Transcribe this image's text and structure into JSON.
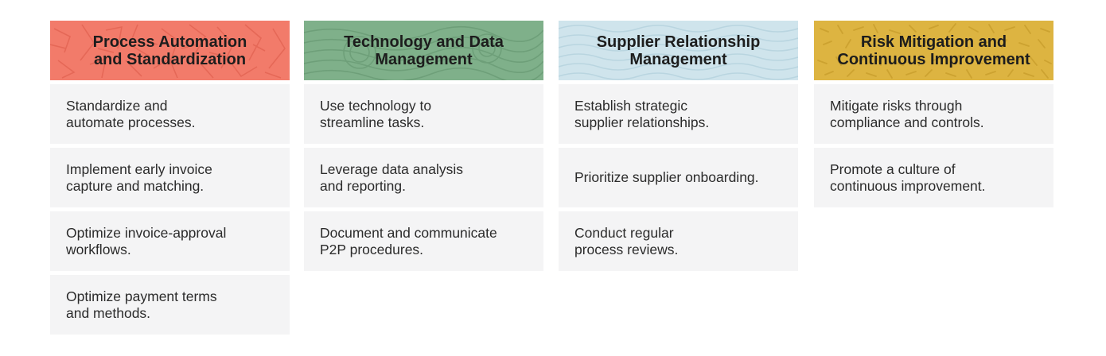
{
  "columns": [
    {
      "title": "Process Automation\nand Standardization",
      "color": "#f27b6a",
      "items": [
        "Standardize and\nautomate processes.",
        "Implement early invoice\ncapture and matching.",
        "Optimize invoice-approval\nworkflows.",
        "Optimize payment terms\nand methods."
      ]
    },
    {
      "title": "Technology and Data\nManagement",
      "color": "#7fb08a",
      "items": [
        "Use technology to\nstreamline tasks.",
        "Leverage data analysis\nand reporting.",
        "Document and communicate\nP2P procedures."
      ]
    },
    {
      "title": "Supplier Relationship\nManagement",
      "color": "#cfe4ec",
      "items": [
        "Establish strategic\nsupplier relationships.",
        "Prioritize supplier onboarding.",
        "Conduct regular\nprocess reviews."
      ]
    },
    {
      "title": "Risk Mitigation and\nContinuous Improvement",
      "color": "#ddb441",
      "items": [
        "Mitigate risks through\ncompliance and controls.",
        "Promote a culture of\ncontinuous improvement."
      ]
    }
  ]
}
